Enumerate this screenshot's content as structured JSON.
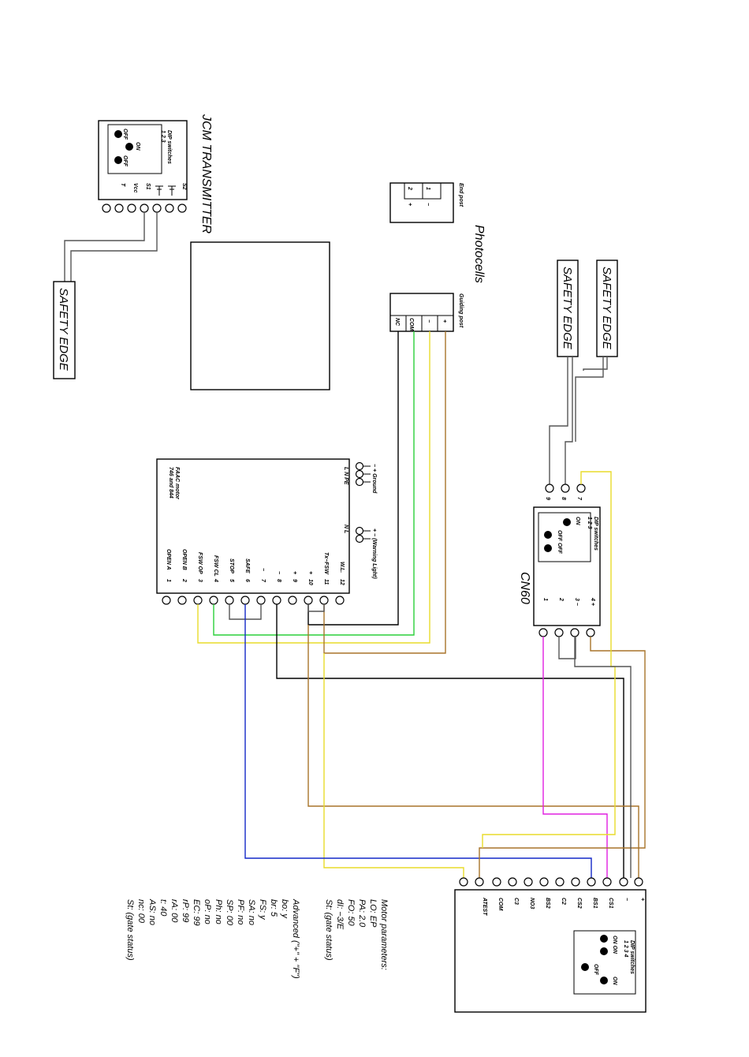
{
  "jcm": {
    "title": "JCM TRANSMITTER",
    "dip_title": "DIP switches",
    "dip_numbers": "1   2   3",
    "on": "ON",
    "off": "OFF",
    "pins": [
      "S2",
      "",
      "",
      "S1",
      "Vcc",
      "T"
    ]
  },
  "safety_edge_label": "SAFETY EDGE",
  "photocells": {
    "title": "Photocells",
    "end_post": "End post",
    "end_post_pins": [
      "1",
      "2"
    ],
    "end_post_signs": [
      "−",
      "+"
    ],
    "guiding_post": "Guiding post",
    "guiding_pins": [
      "+",
      "−",
      "COM",
      "NC"
    ]
  },
  "cn60": {
    "title": "CN60",
    "dip_title": "DIP switches",
    "dip_numbers": "1   2   3",
    "on": "ON",
    "off": "OFF OFF",
    "top_terminals": [
      "9",
      "8",
      "7"
    ],
    "side_labels": [
      "1",
      "2",
      "3  −",
      "4  +"
    ]
  },
  "motor": {
    "title_line1": "FAAC motor",
    "title_line2": "746 and 844",
    "power_terminals": "L  N  PE",
    "power_label": "−  +  Ground",
    "warning_terminals": "N  L",
    "warning_label": "+  −  (Warning Light)",
    "terminals": [
      {
        "num": "12",
        "name": "W.L."
      },
      {
        "num": "11",
        "name": "Tx−FSW"
      },
      {
        "num": "10",
        "name": "+"
      },
      {
        "num": "9",
        "name": "+"
      },
      {
        "num": "8",
        "name": "−"
      },
      {
        "num": "7",
        "name": "−"
      },
      {
        "num": "6",
        "name": "SAFE"
      },
      {
        "num": "5",
        "name": "STOP"
      },
      {
        "num": "4",
        "name": "FSW CL"
      },
      {
        "num": "3",
        "name": "FSW OP"
      },
      {
        "num": "2",
        "name": "OPEN B"
      },
      {
        "num": "1",
        "name": "OPEN A"
      }
    ]
  },
  "controller": {
    "dip_title": "DIP switches",
    "dip_numbers": "1   2   3   4",
    "on_on": "ON  ON",
    "on": "ON",
    "off": "OFF",
    "terminals": [
      "+",
      "−",
      "CS1",
      "BS1",
      "CS2",
      "C2",
      "BS2",
      "NO3",
      "C3",
      "COM",
      "ATEST"
    ]
  },
  "parameters": {
    "col1": [
      "Motor parameters:",
      "LO: EP",
      "PA: 2.0",
      "FO: 50",
      "dI: −3/E",
      "St: (gate status)"
    ],
    "col2": [
      "Advanced (\"+\" + \"F\")",
      "bo: y",
      "br: 5",
      "FS: y",
      "SA: no",
      "PF: no",
      "SP: 00",
      "Ph: no",
      "oP: no",
      "EC: 99",
      "rP: 99",
      "rA: 00",
      "t: 40",
      "AS: no",
      "nc: 00",
      "St: (gate status)"
    ]
  },
  "colors": {
    "yellow": "#e8dc2a",
    "green": "#2ccf3a",
    "brown": "#a8742a",
    "blue": "#1428c8",
    "magenta": "#e020e0",
    "black": "#000000",
    "grey": "#555555"
  }
}
